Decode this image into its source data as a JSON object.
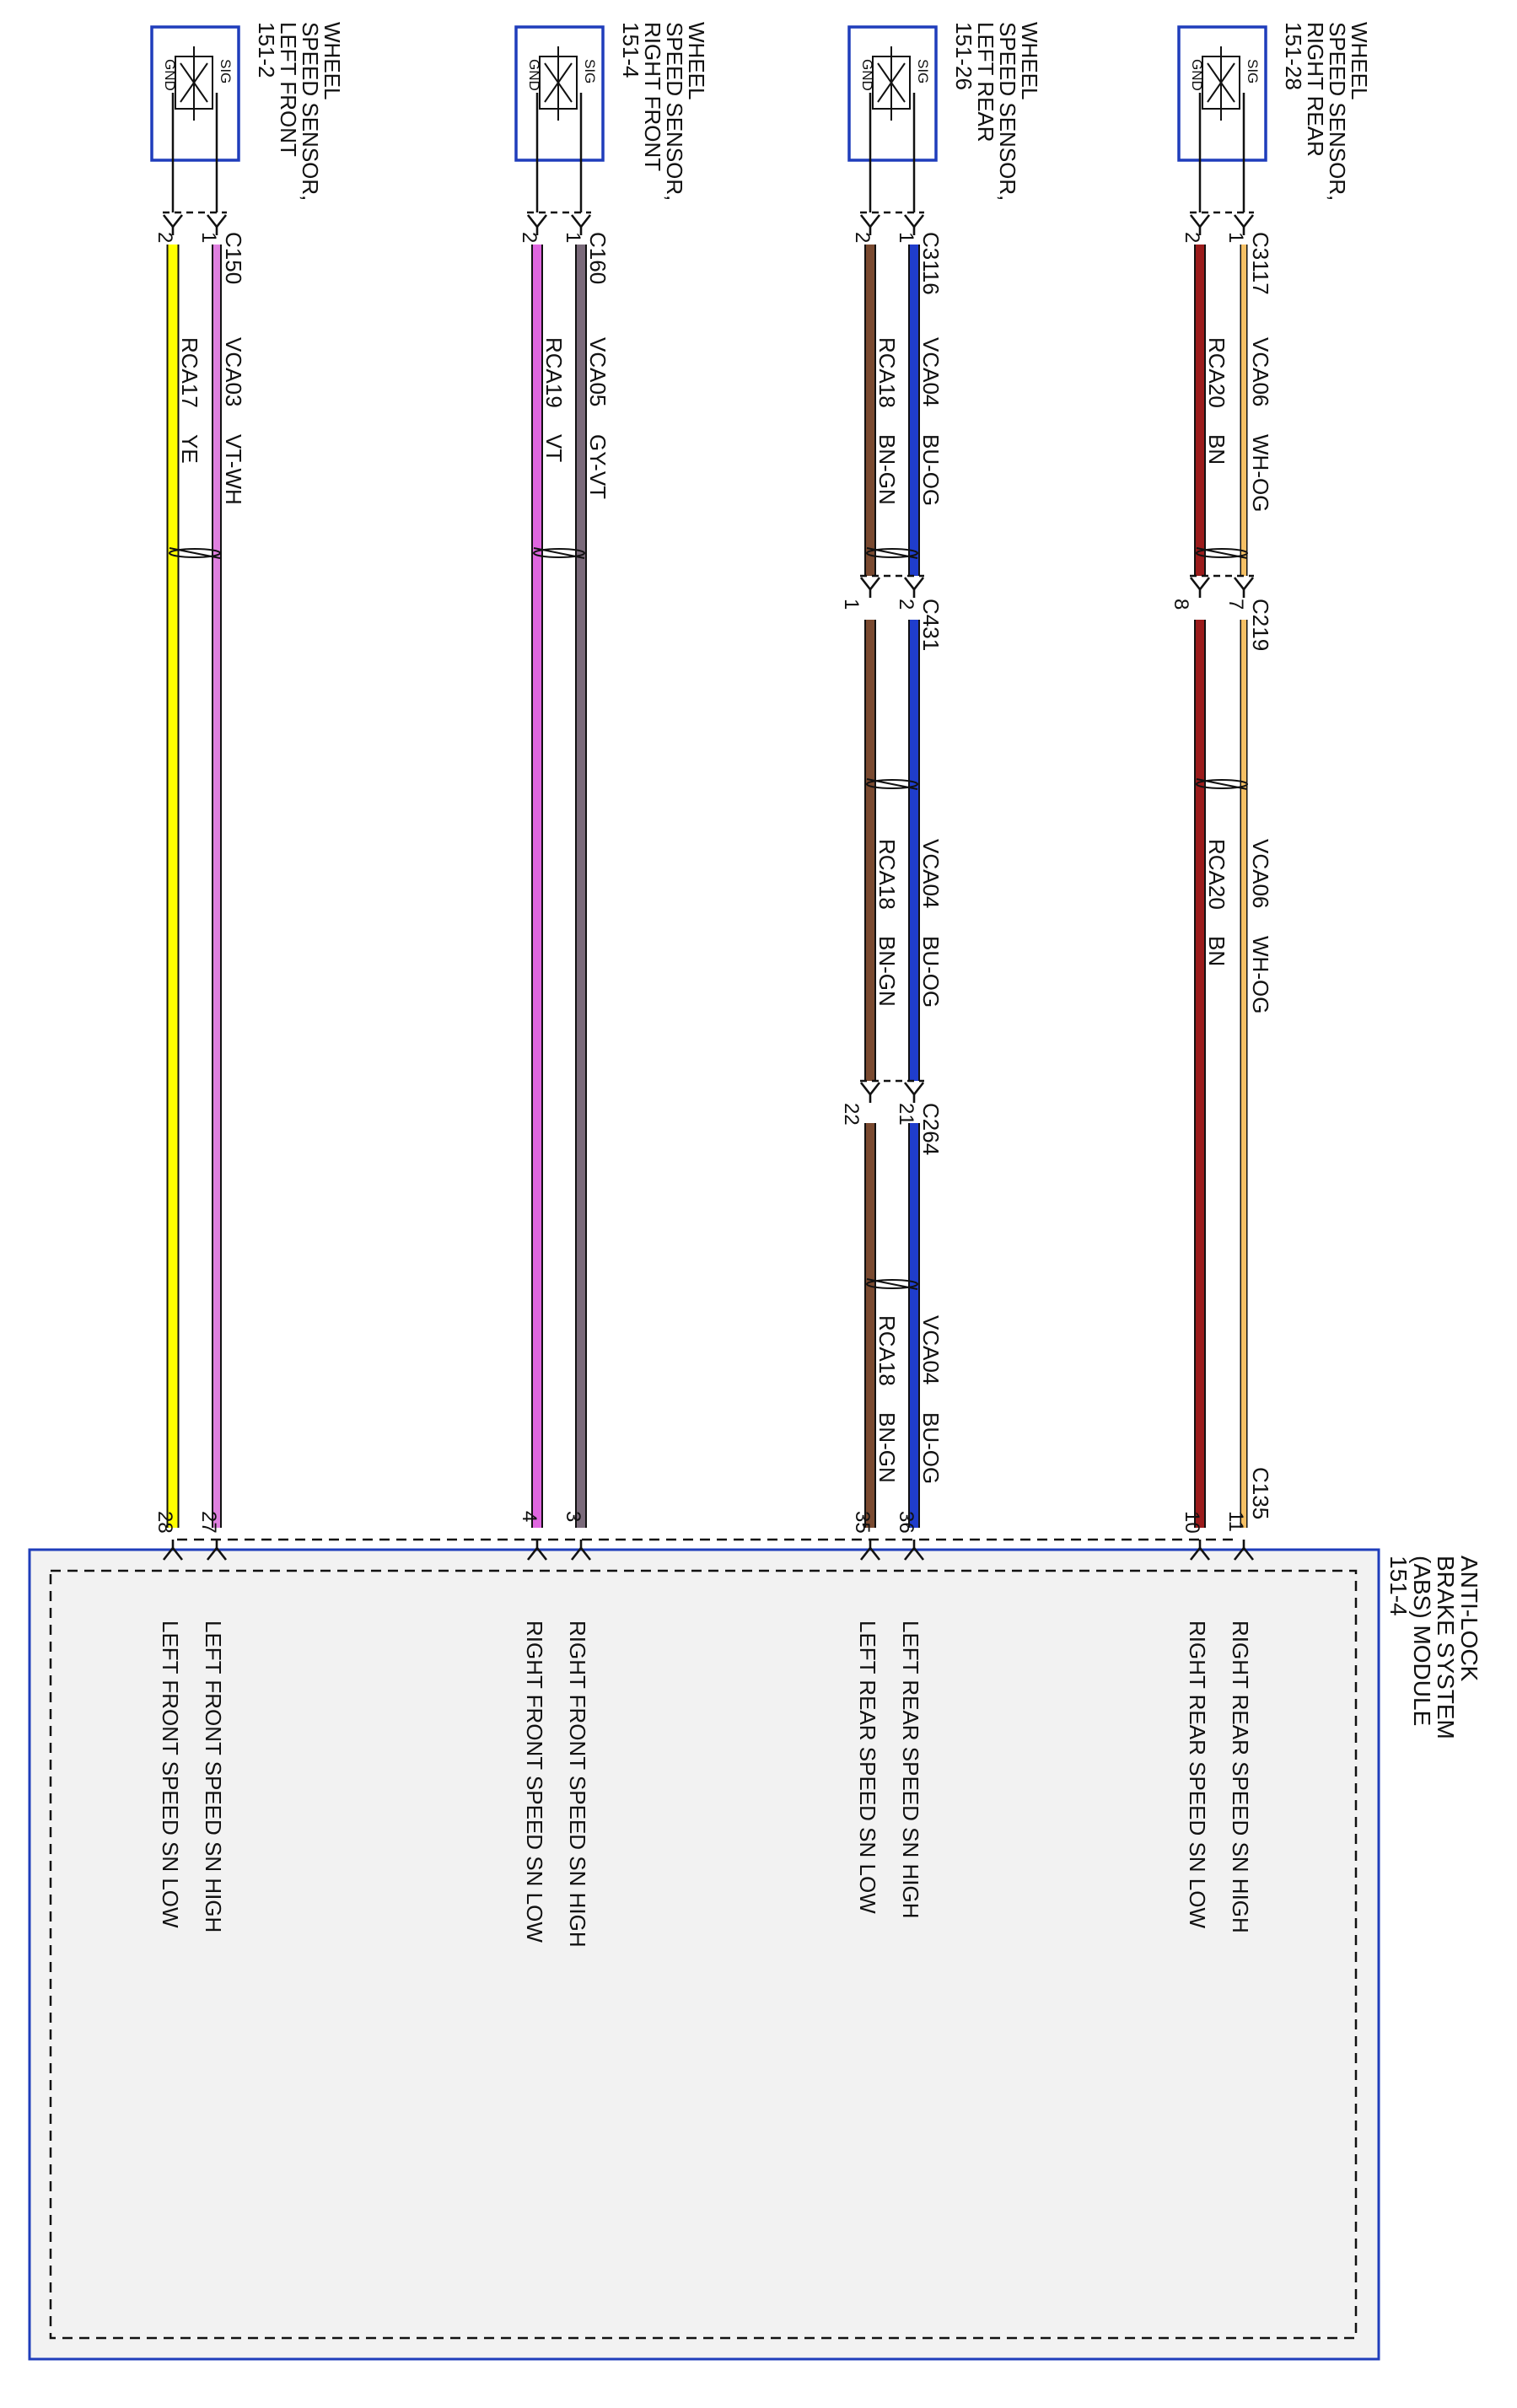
{
  "colors": {
    "module_border": "#1f3dbb",
    "module_fill": "#f2f2f2",
    "sensor_border": "#1f3dbb",
    "YE": "#ffff00",
    "VT": "#e066e0",
    "VT-WH": "#e080e0",
    "GY-VT": "#7a6a7a",
    "BU-OG": "#1f3dcc",
    "BN-GN": "#7a4a30",
    "BN": "#9b1c1c",
    "WH-OG": "#f5c065"
  },
  "sensors": [
    {
      "id": "lf",
      "title": [
        "WHEEL",
        "SPEED SENSOR,",
        "LEFT FRONT",
        "151-2"
      ],
      "sig_label": "SIG",
      "gnd_label": "GND"
    },
    {
      "id": "rf",
      "title": [
        "WHEEL",
        "SPEED SENSOR,",
        "RIGHT FRONT",
        "151-4"
      ],
      "sig_label": "SIG",
      "gnd_label": "GND"
    },
    {
      "id": "lr",
      "title": [
        "WHEEL",
        "SPEED SENSOR,",
        "LEFT REAR",
        "151-26"
      ],
      "sig_label": "SIG",
      "gnd_label": "GND"
    },
    {
      "id": "rr",
      "title": [
        "WHEEL",
        "SPEED SENSOR,",
        "RIGHT REAR",
        "151-28"
      ],
      "sig_label": "SIG",
      "gnd_label": "GND"
    }
  ],
  "circuits": [
    {
      "id": "lf",
      "sensor_connector": {
        "name": "C150",
        "sig_pin": "1",
        "gnd_pin": "2"
      },
      "sig_wire": {
        "circuit": "VCA03",
        "color": "VT-WH",
        "color_key": "VT-WH"
      },
      "gnd_wire": {
        "circuit": "RCA17",
        "color": "YE",
        "color_key": "YE"
      },
      "inline_connectors": [],
      "module_pins": {
        "sig": "27",
        "gnd": "28",
        "connector": ""
      },
      "module_labels": {
        "sig": "LEFT FRONT SPEED SN HIGH",
        "gnd": "LEFT FRONT SPEED SN LOW"
      }
    },
    {
      "id": "rf",
      "sensor_connector": {
        "name": "C160",
        "sig_pin": "1",
        "gnd_pin": "2"
      },
      "sig_wire": {
        "circuit": "VCA05",
        "color": "GY-VT",
        "color_key": "GY-VT"
      },
      "gnd_wire": {
        "circuit": "RCA19",
        "color": "VT",
        "color_key": "VT"
      },
      "inline_connectors": [],
      "module_pins": {
        "sig": "3",
        "gnd": "4",
        "connector": ""
      },
      "module_labels": {
        "sig": "RIGHT FRONT SPEED SN HIGH",
        "gnd": "RIGHT FRONT SPEED SN LOW"
      }
    },
    {
      "id": "lr",
      "sensor_connector": {
        "name": "C3116",
        "sig_pin": "1",
        "gnd_pin": "2"
      },
      "sig_wire": {
        "circuit": "VCA04",
        "color": "BU-OG",
        "color_key": "BU-OG"
      },
      "gnd_wire": {
        "circuit": "RCA18",
        "color": "BN-GN",
        "color_key": "BN-GN"
      },
      "inline_connectors": [
        {
          "name": "C431",
          "sig_pin": "2",
          "gnd_pin": "1"
        },
        {
          "name": "C264",
          "sig_pin": "21",
          "gnd_pin": "22"
        }
      ],
      "module_pins": {
        "sig": "36",
        "gnd": "35",
        "connector": ""
      },
      "module_labels": {
        "sig": "LEFT REAR SPEED SN HIGH",
        "gnd": "LEFT REAR SPEED SN LOW"
      }
    },
    {
      "id": "rr",
      "sensor_connector": {
        "name": "C3117",
        "sig_pin": "1",
        "gnd_pin": "2"
      },
      "sig_wire": {
        "circuit": "VCA06",
        "color": "WH-OG",
        "color_key": "WH-OG"
      },
      "gnd_wire": {
        "circuit": "RCA20",
        "color": "BN",
        "color_key": "BN"
      },
      "inline_connectors": [
        {
          "name": "C219",
          "sig_pin": "7",
          "gnd_pin": "8"
        }
      ],
      "module_pins": {
        "sig": "11",
        "gnd": "10",
        "connector": "C135"
      },
      "module_labels": {
        "sig": "RIGHT REAR SPEED SN HIGH",
        "gnd": "RIGHT REAR SPEED SN LOW"
      }
    }
  ],
  "module": {
    "title": [
      "ANTI-LOCK",
      "BRAKE SYSTEM",
      "(ABS) MODULE",
      "151-4"
    ]
  }
}
